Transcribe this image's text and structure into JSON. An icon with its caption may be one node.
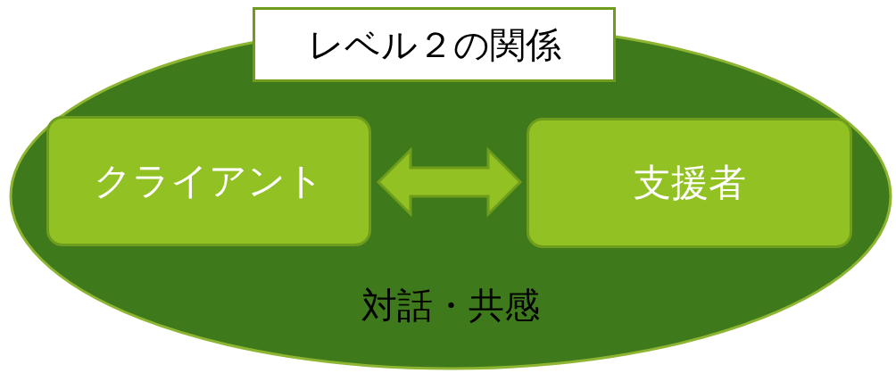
{
  "diagram": {
    "title": "レベル２の関係",
    "nodes": [
      {
        "text": [
          "対話・共感"
        ]
      },
      {
        "text": [
          "クライアント"
        ],
        "in": 0
      },
      {
        "text": [
          "支援者"
        ],
        "in": 0
      }
    ],
    "edges": [
      {
        "from": 1,
        "to": 2,
        "arrow": "both",
        "style": "thick"
      }
    ]
  }
}
